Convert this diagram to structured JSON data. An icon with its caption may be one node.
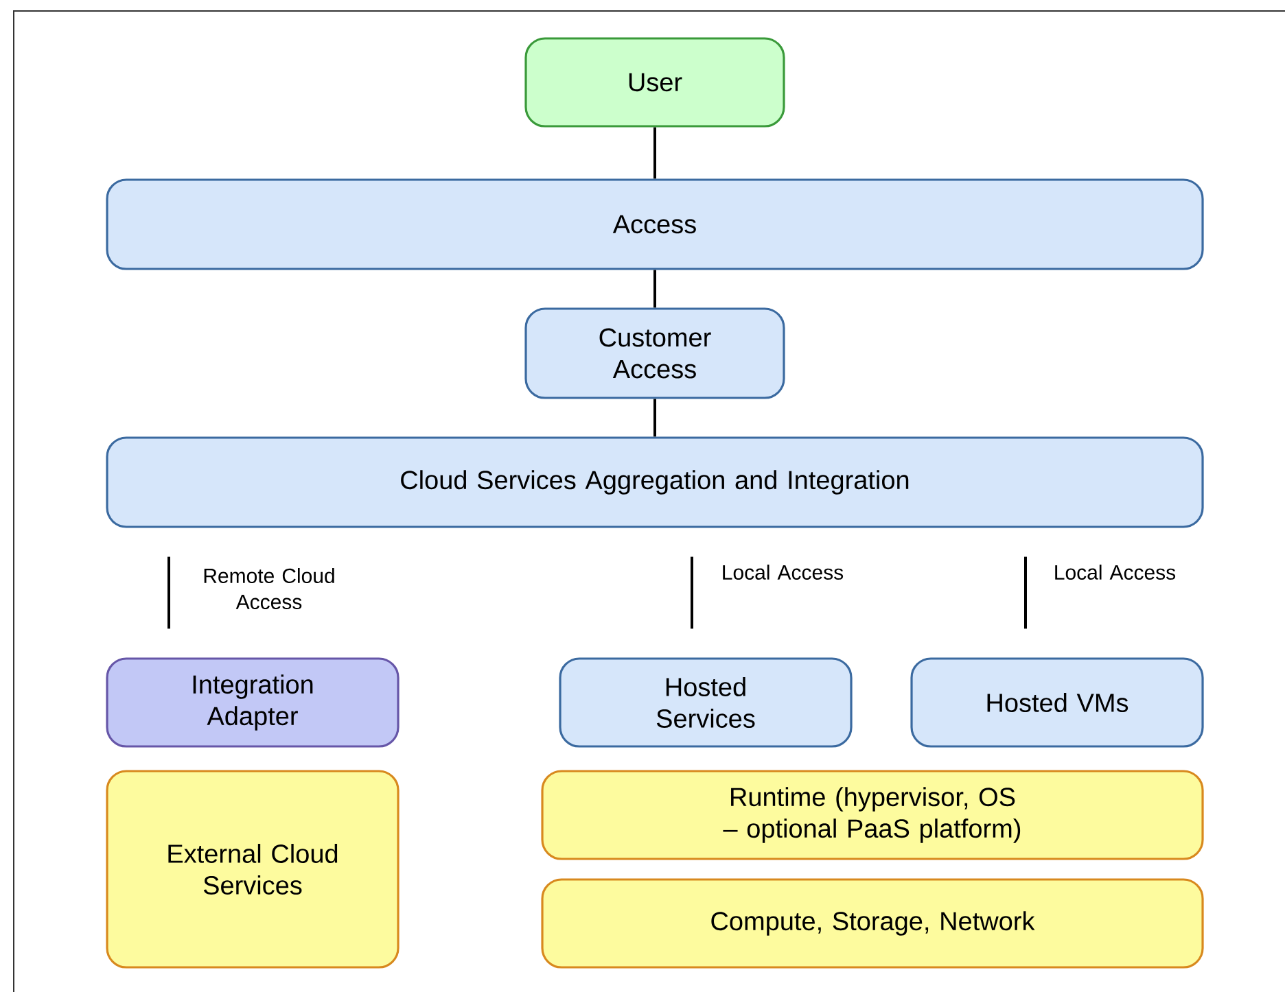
{
  "diagram": {
    "nodes": [
      {
        "text": [
          "User"
        ]
      },
      {
        "text": [
          "Access"
        ]
      },
      {
        "text": [
          "Customer Access"
        ]
      },
      {
        "text": [
          "Cloud Services Aggregation and Integration"
        ]
      },
      {
        "text": [
          "Integration Adapter"
        ]
      },
      {
        "text": [
          "Hosted Services"
        ]
      },
      {
        "text": [
          "Hosted VMs"
        ]
      },
      {
        "text": [
          "External Cloud Services"
        ]
      },
      {
        "text": [
          "Runtime (hypervisor, OS – optional PaaS platform)"
        ]
      },
      {
        "text": [
          "Compute, Storage, Network"
        ]
      }
    ],
    "edges": [
      {
        "from": 0,
        "to": 1,
        "arrow": "none"
      },
      {
        "from": 1,
        "to": 2,
        "arrow": "none"
      },
      {
        "from": 2,
        "to": 3,
        "arrow": "none"
      },
      {
        "from": 3,
        "to": 4,
        "arrow": "none",
        "label": "Remote Cloud Access"
      },
      {
        "from": 3,
        "to": 5,
        "arrow": "none",
        "label": "Local Access"
      },
      {
        "from": 3,
        "to": 6,
        "arrow": "none",
        "label": "Local Access"
      }
    ]
  }
}
